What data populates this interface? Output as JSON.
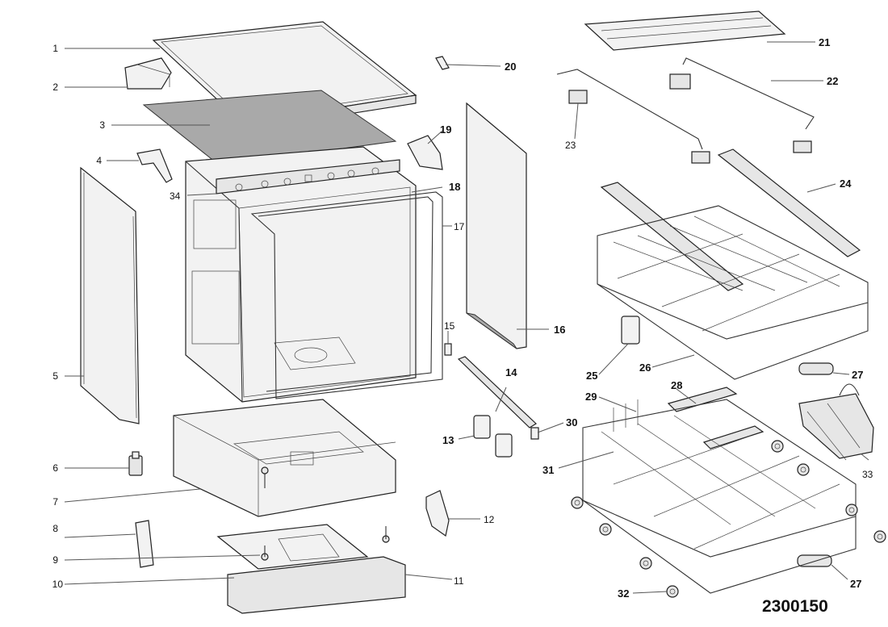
{
  "diagram": {
    "drawing_number": "2300150",
    "callouts": [
      {
        "id": "c1",
        "label": "1"
      },
      {
        "id": "c2",
        "label": "2"
      },
      {
        "id": "c3",
        "label": "3"
      },
      {
        "id": "c4",
        "label": "4"
      },
      {
        "id": "c5",
        "label": "5"
      },
      {
        "id": "c6",
        "label": "6"
      },
      {
        "id": "c7",
        "label": "7"
      },
      {
        "id": "c8",
        "label": "8"
      },
      {
        "id": "c9",
        "label": "9"
      },
      {
        "id": "c10",
        "label": "10"
      },
      {
        "id": "c11",
        "label": "11"
      },
      {
        "id": "c12",
        "label": "12"
      },
      {
        "id": "c13",
        "label": "13"
      },
      {
        "id": "c14",
        "label": "14"
      },
      {
        "id": "c15",
        "label": "15"
      },
      {
        "id": "c16",
        "label": "16"
      },
      {
        "id": "c17",
        "label": "17"
      },
      {
        "id": "c18",
        "label": "18"
      },
      {
        "id": "c19",
        "label": "19"
      },
      {
        "id": "c20",
        "label": "20"
      },
      {
        "id": "c21",
        "label": "21"
      },
      {
        "id": "c22",
        "label": "22"
      },
      {
        "id": "c23",
        "label": "23"
      },
      {
        "id": "c24",
        "label": "24"
      },
      {
        "id": "c25",
        "label": "25"
      },
      {
        "id": "c26",
        "label": "26"
      },
      {
        "id": "c27a",
        "label": "27"
      },
      {
        "id": "c27b",
        "label": "27"
      },
      {
        "id": "c28",
        "label": "28"
      },
      {
        "id": "c29",
        "label": "29"
      },
      {
        "id": "c30",
        "label": "30"
      },
      {
        "id": "c31",
        "label": "31"
      },
      {
        "id": "c32",
        "label": "32"
      },
      {
        "id": "c33",
        "label": "33"
      },
      {
        "id": "c34",
        "label": "34"
      }
    ]
  }
}
